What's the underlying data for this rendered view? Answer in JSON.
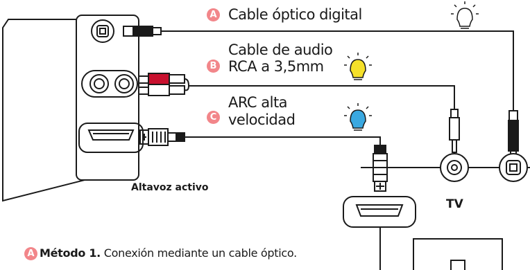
{
  "labels": {
    "a_letter": "A",
    "a_text": "Cable óptico digital",
    "b_letter": "B",
    "b_text_line1": "Cable de audio",
    "b_text_line2": "RCA a 3,5mm",
    "c_letter": "C",
    "c_text_line1": "ARC alta",
    "c_text_line2": "velocidad",
    "speaker": "Altavoz activo",
    "tv": "TV"
  },
  "method": {
    "letter": "A",
    "title": "Método 1.",
    "text": "Conexión mediante un cable óptico."
  },
  "colors": {
    "badge_fill": "#f2868a",
    "line": "#1a1a1a",
    "rca_red": "#c8102e",
    "bulb_yellow": "#f5e02a",
    "bulb_blue": "#3aa8e0",
    "bulb_off": "#ffffff"
  },
  "icons": [
    "optical-port-icon",
    "rca-port-icon",
    "hdmi-port-icon",
    "3.5mm-port-icon",
    "lightbulb-icon"
  ]
}
